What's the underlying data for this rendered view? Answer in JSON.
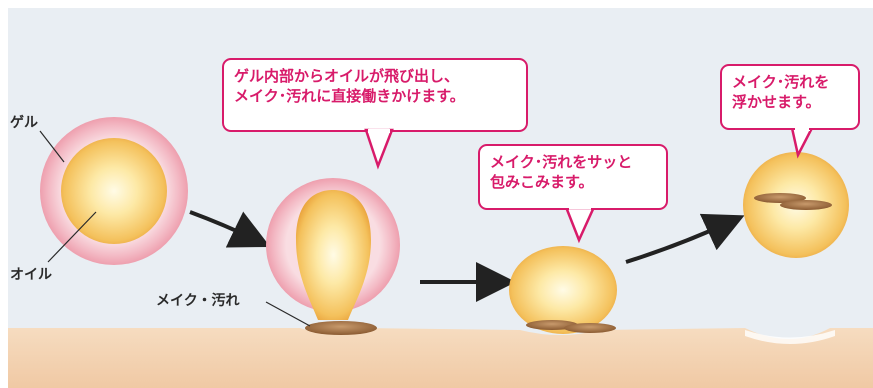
{
  "labels": {
    "gel": "ゲル",
    "oil": "オイル",
    "makeup_dirt": "メイク・汚れ"
  },
  "bubbles": {
    "step2": {
      "lines": [
        "ゲル内部からオイルが飛び出し、",
        "メイク･汚れに直接働きかけます。"
      ]
    },
    "step3": {
      "lines": [
        "メイク･汚れをサッと",
        "包みこみます。"
      ]
    },
    "step4": {
      "lines": [
        "メイク･汚れを",
        "浮かせます。"
      ]
    }
  },
  "colors": {
    "background_band": "#e9eef3",
    "skin": "#f3d2b0",
    "skin_highlight": "#fbe6cf",
    "gel_ring": "#f2b7c1",
    "oil_center": "#fff4c9",
    "oil_edge": "#f0b24a",
    "dirt": "#9b6a3e",
    "accent": "#d81b6a",
    "arrow": "#222222"
  }
}
